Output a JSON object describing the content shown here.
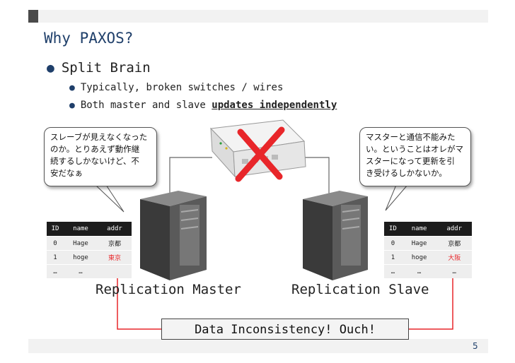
{
  "slide": {
    "title": "Why PAXOS?",
    "bullet": "Split Brain",
    "sub_bullets": [
      {
        "text": "Typically, broken switches / wires",
        "emphasis": ""
      },
      {
        "text": "Both master and slave ",
        "emphasis": "updates independently"
      }
    ],
    "page_number": "5"
  },
  "bubbles": {
    "left": [
      "スレーブが見えなくなった",
      "のか。とりあえず動作継",
      "続するしかないけど、不",
      "安だなぁ"
    ],
    "right": [
      "マスターと通信不能みた",
      "い。ということはオレがマ",
      "スターになって更新を引",
      "き受けるしかないか。"
    ]
  },
  "tables": {
    "headers": [
      "ID",
      "name",
      "addr"
    ],
    "master_rows": [
      [
        "0",
        "Hage",
        "京都"
      ],
      [
        "1",
        "hoge",
        "東京"
      ],
      [
        "…",
        "…",
        ""
      ]
    ],
    "slave_rows": [
      [
        "0",
        "Hage",
        "京都"
      ],
      [
        "1",
        "hoge",
        "大阪"
      ],
      [
        "…",
        "…",
        "…"
      ]
    ]
  },
  "labels": {
    "master": "Replication Master",
    "slave": "Replication Slave",
    "message": "Data Inconsistency! Ouch!"
  },
  "colors": {
    "accent": "#1f3f6a",
    "alert": "#e8262a"
  }
}
